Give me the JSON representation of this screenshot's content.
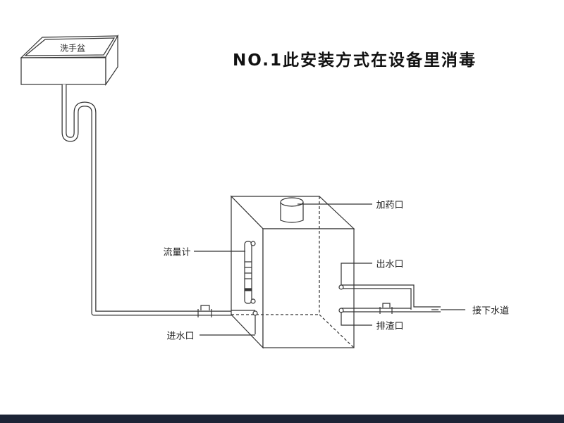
{
  "title": "NO.1此安装方式在设备里消毒",
  "labels": {
    "sink": "洗手盆",
    "dosing_port": "加药口",
    "flow_meter": "流量计",
    "outlet": "出水口",
    "sewer": "接下水道",
    "drain": "排渣口",
    "inlet": "进水口"
  },
  "colors": {
    "line": "#333333",
    "bottom_bar": "#1c2436"
  }
}
